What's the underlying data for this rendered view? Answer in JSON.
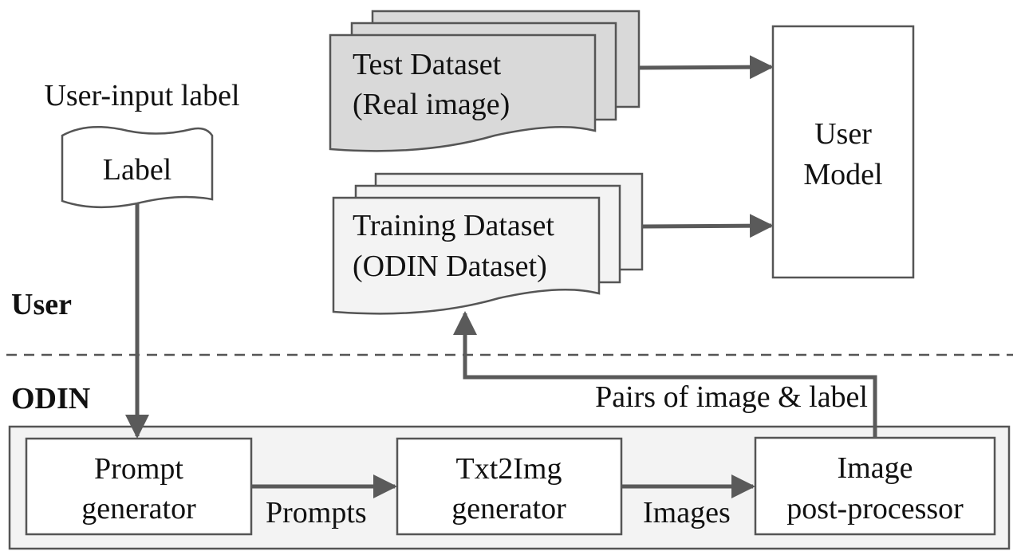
{
  "zones": {
    "user": "User",
    "odin": "ODIN"
  },
  "user_input": {
    "caption": "User-input label",
    "doc_label": "Label"
  },
  "test_dataset": {
    "line1": "Test Dataset",
    "line2": "(Real image)"
  },
  "training_dataset": {
    "line1": "Training Dataset",
    "line2": "(ODIN Dataset)"
  },
  "user_model": {
    "line1": "User",
    "line2": "Model"
  },
  "pipeline": {
    "prompt_generator": {
      "line1": "Prompt",
      "line2": "generator"
    },
    "txt2img_generator": {
      "line1": "Txt2Img",
      "line2": "generator"
    },
    "image_post_processor": {
      "line1": "Image",
      "line2": "post-processor"
    }
  },
  "edge_labels": {
    "prompts": "Prompts",
    "images": "Images",
    "pairs": "Pairs of image & label"
  },
  "colors": {
    "test_dataset_fill": "#d9d9d9",
    "training_dataset_fill": "#f3f3f3",
    "odin_panel_fill": "#f3f3f3",
    "edge": "#5a5a5a"
  }
}
